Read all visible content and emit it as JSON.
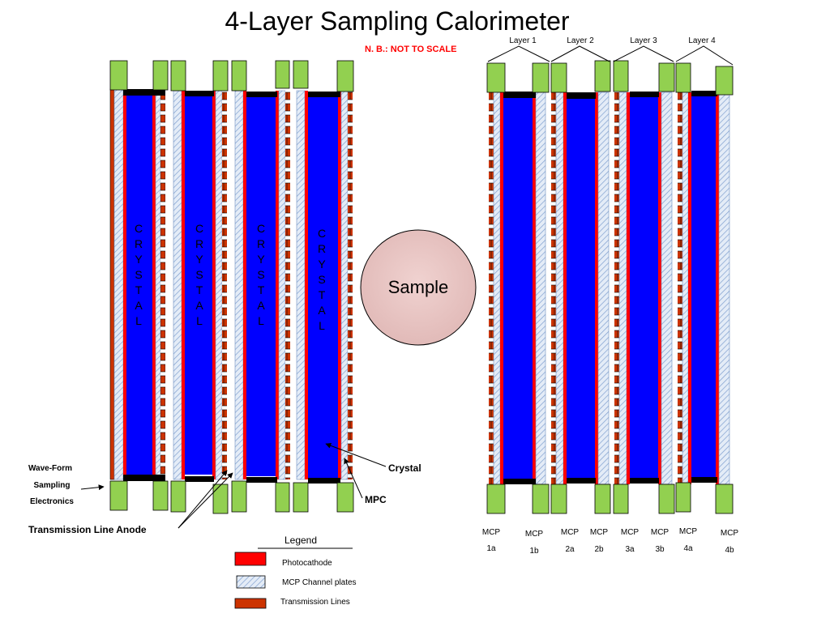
{
  "title": "4-Layer Sampling Calorimeter",
  "subtitle": "N. B.: NOT TO SCALE",
  "crystal_letters": [
    "C",
    "R",
    "Y",
    "S",
    "T",
    "A",
    "L"
  ],
  "sample_label": "Sample",
  "layer_labels": [
    "Layer 1",
    "Layer 2",
    "Layer 3",
    "Layer 4"
  ],
  "mcp_labels": [
    {
      "top": "MCP",
      "bottom": "1a"
    },
    {
      "top": "MCP",
      "bottom": "1b"
    },
    {
      "top": "MCP",
      "bottom": "2a"
    },
    {
      "top": "MCP",
      "bottom": "2b"
    },
    {
      "top": "MCP",
      "bottom": "3a"
    },
    {
      "top": "MCP",
      "bottom": "3b"
    },
    {
      "top": "MCP",
      "bottom": "4a"
    },
    {
      "top": "MCP",
      "bottom": "4b"
    }
  ],
  "annotations": {
    "wave_form": [
      "Wave-Form",
      "Sampling",
      "Electronics"
    ],
    "crystal": "Crystal",
    "mpc": "MPC",
    "transmission_anode": "Transmission Line  Anode"
  },
  "legend": {
    "title": "Legend",
    "items": [
      "Photocathode",
      "MCP Channel plates",
      "Transmission Lines"
    ]
  },
  "colors": {
    "crystal": "#0000ff",
    "photocathode": "#ff0000",
    "endcap": "#92d050",
    "transmission": "#cc3300",
    "mcp_plate": "#dfe8f5",
    "sample_fill": "#e8c4c2",
    "subtitle": "#ff0000"
  }
}
